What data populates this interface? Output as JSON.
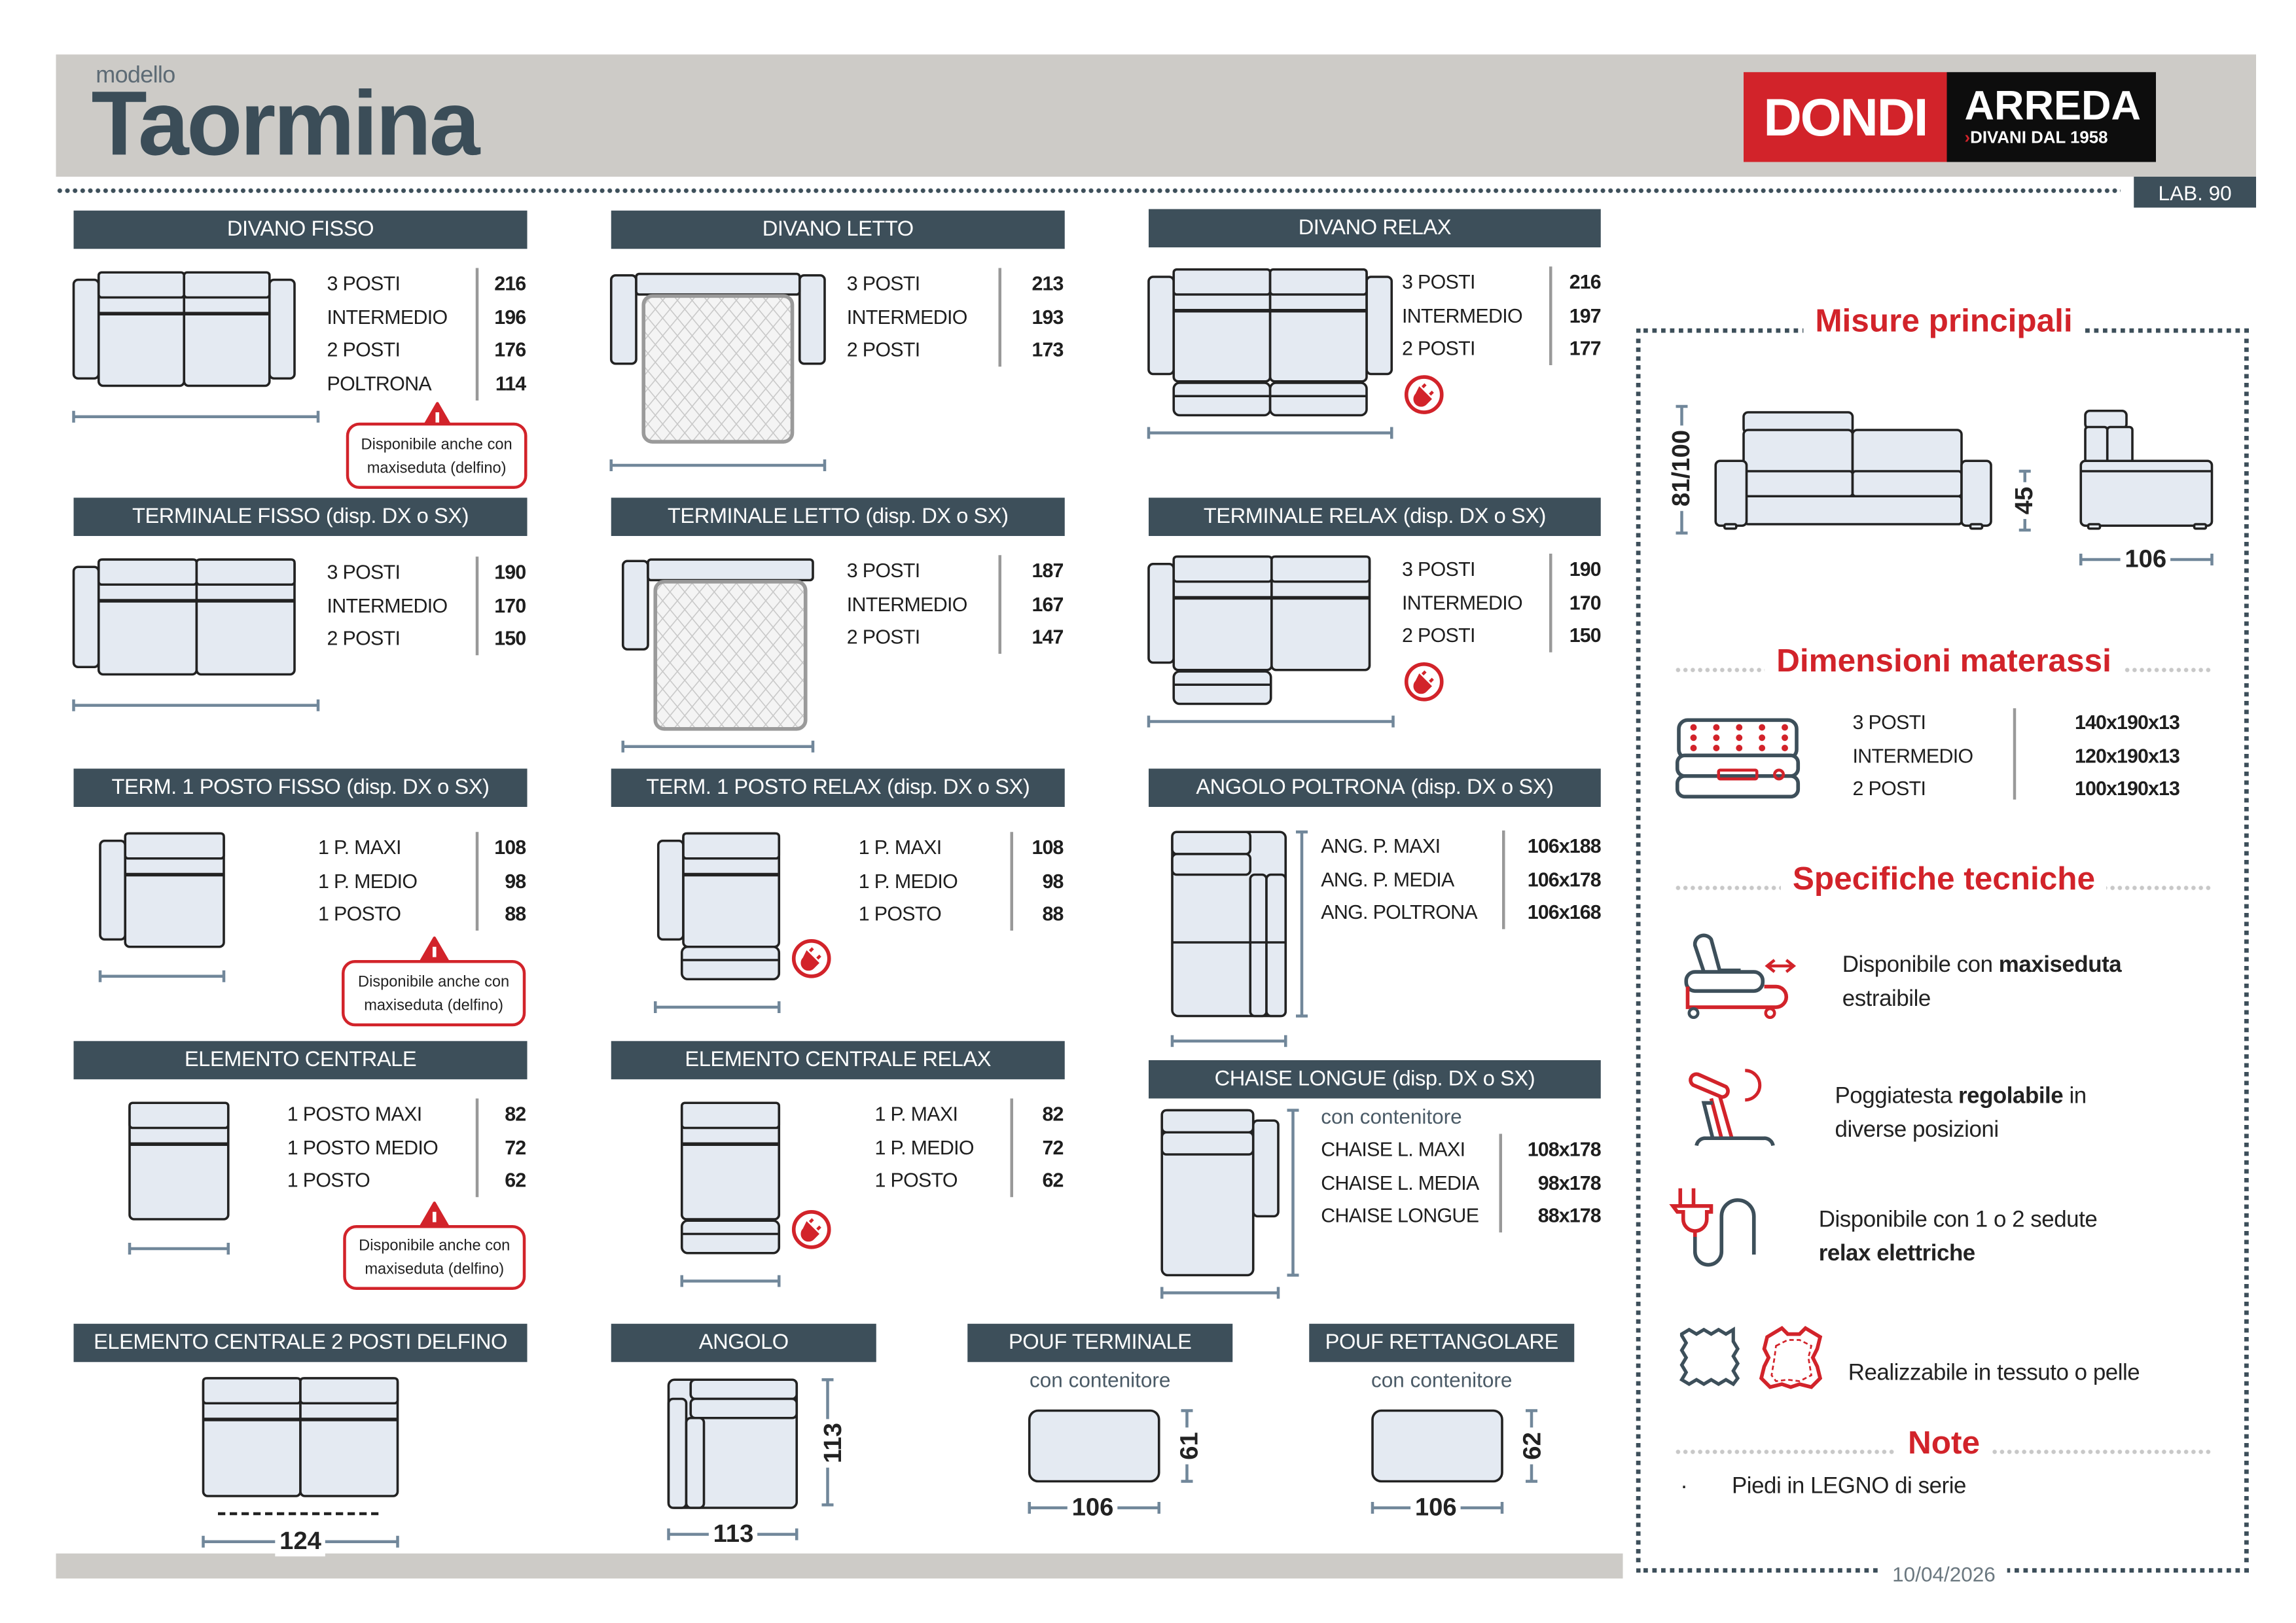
{
  "header": {
    "modello": "modello",
    "title": "Taormina",
    "logo": {
      "brand": "DONDI",
      "brand2": "ARREDA",
      "tagline_mark": "›",
      "tagline": "DIVANI DAL 1958"
    },
    "lab": "LAB. 90"
  },
  "colors": {
    "accent": "#d2232a",
    "header": "#3d4f5a",
    "band": "#cdcbc7",
    "module_fill": "#e4eaf2"
  },
  "sections": [
    {
      "title": "DIVANO FISSO",
      "note": "",
      "rows": [
        {
          "label": "3 POSTI",
          "value": "216"
        },
        {
          "label": "INTERMEDIO",
          "value": "196"
        },
        {
          "label": "2 POSTI",
          "value": "176"
        },
        {
          "label": "POLTRONA",
          "value": "114"
        }
      ],
      "callout": "Disponibile anche con maxiseduta (delfino)"
    },
    {
      "title": "DIVANO LETTO",
      "note": "",
      "rows": [
        {
          "label": "3 POSTI",
          "value": "213"
        },
        {
          "label": "INTERMEDIO",
          "value": "193"
        },
        {
          "label": "2 POSTI",
          "value": "173"
        }
      ]
    },
    {
      "title": "DIVANO RELAX",
      "note": "",
      "rows": [
        {
          "label": "3 POSTI",
          "value": "216"
        },
        {
          "label": "INTERMEDIO",
          "value": "197"
        },
        {
          "label": "2 POSTI",
          "value": "177"
        }
      ],
      "relax_icon": "electric-plug-icon"
    },
    {
      "title": "TERMINALE FISSO",
      "note": "(disp. DX o SX)",
      "rows": [
        {
          "label": "3 POSTI",
          "value": "190"
        },
        {
          "label": "INTERMEDIO",
          "value": "170"
        },
        {
          "label": "2 POSTI",
          "value": "150"
        }
      ]
    },
    {
      "title": "TERMINALE LETTO",
      "note": "(disp. DX o SX)",
      "rows": [
        {
          "label": "3 POSTI",
          "value": "187"
        },
        {
          "label": "INTERMEDIO",
          "value": "167"
        },
        {
          "label": "2 POSTI",
          "value": "147"
        }
      ]
    },
    {
      "title": "TERMINALE RELAX",
      "note": "(disp. DX o SX)",
      "rows": [
        {
          "label": "3 POSTI",
          "value": "190"
        },
        {
          "label": "INTERMEDIO",
          "value": "170"
        },
        {
          "label": "2 POSTI",
          "value": "150"
        }
      ],
      "relax_icon": "electric-plug-icon"
    },
    {
      "title": "TERM. 1 POSTO FISSO",
      "note": "(disp. DX o SX)",
      "rows": [
        {
          "label": "1 P. MAXI",
          "value": "108"
        },
        {
          "label": "1 P. MEDIO",
          "value": "98"
        },
        {
          "label": "1 POSTO",
          "value": "88"
        }
      ],
      "callout": "Disponibile anche con maxiseduta (delfino)"
    },
    {
      "title": "TERM. 1 POSTO RELAX",
      "note": "(disp. DX o SX)",
      "rows": [
        {
          "label": "1 P. MAXI",
          "value": "108"
        },
        {
          "label": "1 P. MEDIO",
          "value": "98"
        },
        {
          "label": "1 POSTO",
          "value": "88"
        }
      ],
      "relax_icon": "electric-plug-icon"
    },
    {
      "title": "ANGOLO POLTRONA",
      "note": "(disp. DX o SX)",
      "rows": [
        {
          "label": "ANG. P. MAXI",
          "value": "106x188"
        },
        {
          "label": "ANG. P. MEDIA",
          "value": "106x178"
        },
        {
          "label": "ANG. POLTRONA",
          "value": "106x168"
        }
      ]
    },
    {
      "title": "ELEMENTO CENTRALE",
      "note": "",
      "rows": [
        {
          "label": "1 POSTO MAXI",
          "value": "82"
        },
        {
          "label": "1 POSTO MEDIO",
          "value": "72"
        },
        {
          "label": "1 POSTO",
          "value": "62"
        }
      ],
      "callout": "Disponibile anche con maxiseduta (delfino)"
    },
    {
      "title": "ELEMENTO CENTRALE RELAX",
      "note": "",
      "rows": [
        {
          "label": "1 P. MAXI",
          "value": "82"
        },
        {
          "label": "1 P. MEDIO",
          "value": "72"
        },
        {
          "label": "1 POSTO",
          "value": "62"
        }
      ],
      "relax_icon": "electric-plug-icon"
    },
    {
      "title": "CHAISE LONGUE",
      "note": "(disp. DX o SX)",
      "subtitle": "con contenitore",
      "rows": [
        {
          "label": "CHAISE L. MAXI",
          "value": "108x178"
        },
        {
          "label": "CHAISE L. MEDIA",
          "value": "98x178"
        },
        {
          "label": "CHAISE LONGUE",
          "value": "88x178"
        }
      ]
    },
    {
      "title": "ELEMENTO CENTRALE 2 POSTI DELFINO",
      "note": "",
      "rows": [],
      "width_dim": "124"
    },
    {
      "title": "ANGOLO",
      "note": "",
      "rows": [],
      "width_dim": "113",
      "depth_dim": "113"
    },
    {
      "title": "POUF TERMINALE",
      "note": "",
      "subtitle": "con contenitore",
      "rows": [],
      "width_dim": "106",
      "depth_dim": "61"
    },
    {
      "title": "POUF RETTANGOLARE",
      "note": "",
      "subtitle": "con contenitore",
      "rows": [],
      "width_dim": "106",
      "depth_dim": "62"
    }
  ],
  "panel": {
    "misure": {
      "title": "Misure principali",
      "height": "81/100",
      "seat_height": "45",
      "depth": "106"
    },
    "materassi": {
      "title": "Dimensioni materassi",
      "rows": [
        {
          "label": "3 POSTI",
          "value": "140x190x13"
        },
        {
          "label": "INTERMEDIO",
          "value": "120x190x13"
        },
        {
          "label": "2 POSTI",
          "value": "100x190x13"
        }
      ]
    },
    "specifiche": {
      "title": "Specifiche tecniche",
      "items": [
        {
          "icon": "maxiseduta-icon",
          "pre": "Disponibile con ",
          "bold": "maxiseduta",
          "post": "estraibile"
        },
        {
          "icon": "headrest-icon",
          "pre": "Poggiatesta ",
          "bold": "regolabile",
          "post": " in",
          "line2": "diverse posizioni"
        },
        {
          "icon": "electric-plug-icon",
          "pre": "Disponibile con 1 o 2 sedute",
          "bold": "relax elettriche"
        },
        {
          "icon": "fabric-leather-icon",
          "pre": "Realizzabile in tessuto o pelle"
        }
      ]
    },
    "note": {
      "title": "Note",
      "items": [
        "Piedi in LEGNO di serie"
      ]
    },
    "date": "10/04/2026"
  }
}
